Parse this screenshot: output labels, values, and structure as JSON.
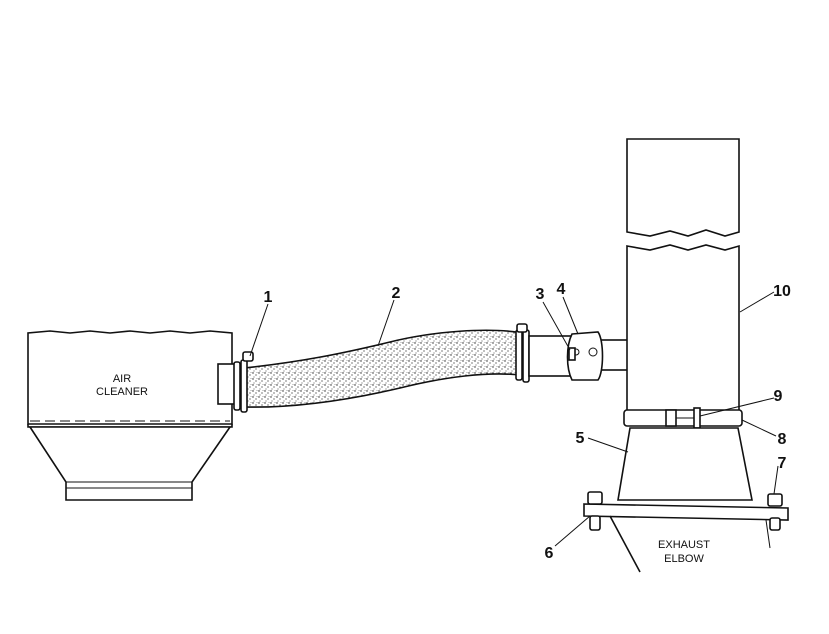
{
  "diagram": {
    "labels": {
      "air_cleaner_line1": "AIR",
      "air_cleaner_line2": "CLEANER",
      "exhaust_line1": "EXHAUST",
      "exhaust_line2": "ELBOW"
    },
    "callouts": [
      "1",
      "2",
      "3",
      "4",
      "5",
      "6",
      "7",
      "8",
      "9",
      "10"
    ]
  }
}
